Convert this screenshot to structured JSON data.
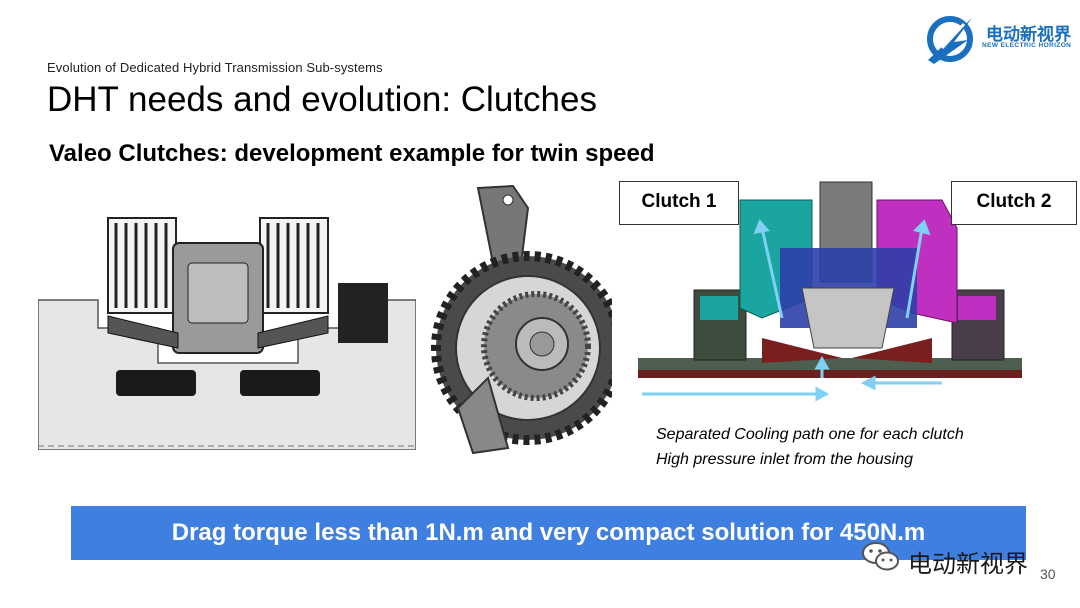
{
  "slide": {
    "supertitle": "Evolution of Dedicated Hybrid Transmission Sub-systems",
    "title": "DHT needs and evolution: Clutches",
    "subtitle": "Valeo Clutches: development example for twin speed",
    "callouts": [
      "Clutch 1",
      "Clutch 2"
    ],
    "notes": [
      "Separated Cooling path one for each clutch",
      "High pressure inlet from the housing"
    ],
    "banner": "Drag torque less than 1N.m and very compact solution for 450N.m",
    "page_number": "30"
  },
  "logo": {
    "name_cn": "电动新视界",
    "name_en": "NEW ELECTRIC HORIZON"
  },
  "watermark": {
    "text": "电动新视界"
  },
  "colors": {
    "banner_bg": "#3f7fe0",
    "logo_blue": "#1b6fbf",
    "clutch1_teal": "#1aa5a0",
    "clutch2_magenta": "#c030c0",
    "cooling_arrow": "#7fd0f2"
  }
}
